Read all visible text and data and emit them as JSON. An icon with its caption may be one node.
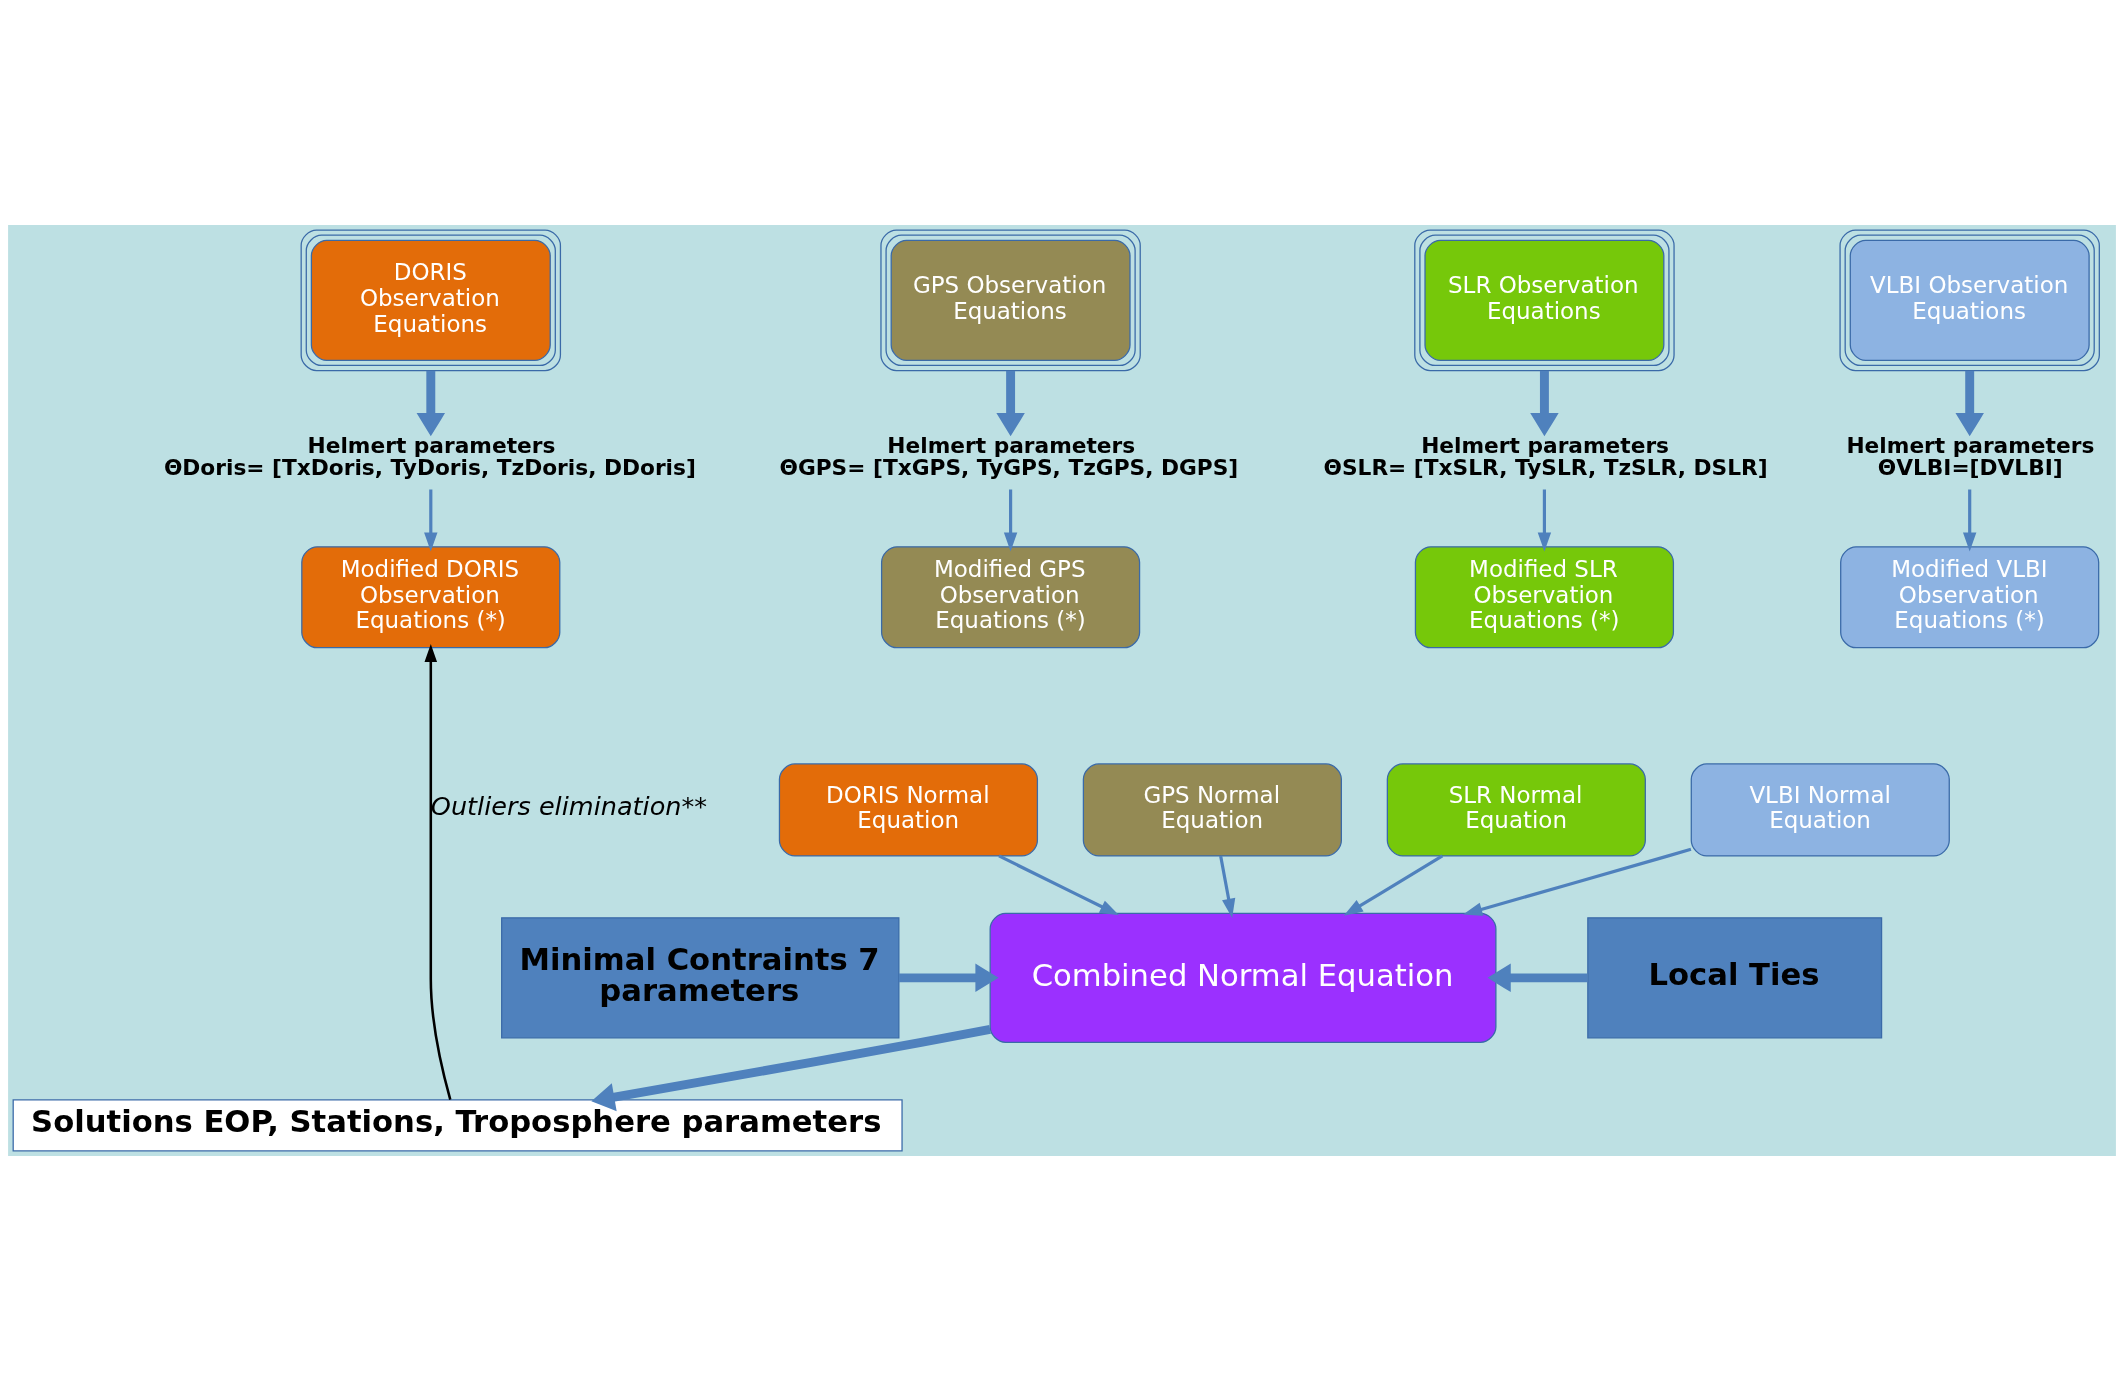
{
  "diagram": {
    "nodes": [
      {
        "text": [
          "DORIS Observation Equations"
        ]
      },
      {
        "text": [
          "GPS Observation Equations"
        ]
      },
      {
        "text": [
          "SLR Observation Equations"
        ]
      },
      {
        "text": [
          "VLBI Observation Equations"
        ]
      },
      {
        "text": [
          "Helmert parameters",
          "ΘDoris= [TxDoris, TyDoris, TzDoris, DDoris]"
        ]
      },
      {
        "text": [
          "Helmert parameters",
          "ΘGPS= [TxGPS, TyGPS, TzGPS, DGPS]"
        ]
      },
      {
        "text": [
          "Helmert parameters",
          "ΘSLR= [TxSLR, TySLR, TzSLR, DSLR]"
        ]
      },
      {
        "text": [
          "Helmert parameters",
          "ΘVLBI=[DVLBI]"
        ]
      },
      {
        "text": [
          "Modified DORIS Observation Equations (*)"
        ]
      },
      {
        "text": [
          "Modified GPS Observation Equations (*)"
        ]
      },
      {
        "text": [
          "Modified SLR Observation Equations (*)"
        ]
      },
      {
        "text": [
          "Modified VLBI Observation Equations (*)"
        ]
      },
      {
        "text": [
          "DORIS Normal Equation"
        ]
      },
      {
        "text": [
          "GPS Normal Equation"
        ]
      },
      {
        "text": [
          "SLR Normal Equation"
        ]
      },
      {
        "text": [
          "VLBI Normal Equation"
        ]
      },
      {
        "text": [
          "Minimal Contraints 7 parameters"
        ]
      },
      {
        "text": [
          "Combined Normal Equation"
        ]
      },
      {
        "text": [
          "Local Ties"
        ]
      },
      {
        "text": [
          "Solutions EOP, Stations, Troposphere parameters"
        ]
      }
    ],
    "edges": [
      {
        "from": 0,
        "to": 4,
        "arrow": "to",
        "style": "thick"
      },
      {
        "from": 1,
        "to": 5,
        "arrow": "to",
        "style": "thick"
      },
      {
        "from": 2,
        "to": 6,
        "arrow": "to",
        "style": "thick"
      },
      {
        "from": 3,
        "to": 7,
        "arrow": "to",
        "style": "thick"
      },
      {
        "from": 4,
        "to": 8,
        "arrow": "to"
      },
      {
        "from": 5,
        "to": 9,
        "arrow": "to"
      },
      {
        "from": 6,
        "to": 10,
        "arrow": "to"
      },
      {
        "from": 7,
        "to": 11,
        "arrow": "to"
      },
      {
        "from": 12,
        "to": 17,
        "arrow": "to"
      },
      {
        "from": 13,
        "to": 17,
        "arrow": "to"
      },
      {
        "from": 14,
        "to": 17,
        "arrow": "to"
      },
      {
        "from": 15,
        "to": 17,
        "arrow": "to"
      },
      {
        "from": 16,
        "to": 17,
        "arrow": "to",
        "style": "thick"
      },
      {
        "from": 18,
        "to": 17,
        "arrow": "to",
        "style": "thick"
      },
      {
        "from": 17,
        "to": 19,
        "arrow": "to",
        "style": "thick"
      },
      {
        "from": 19,
        "to": 8,
        "arrow": "to",
        "label": "Outliers elimination**",
        "color": "#000000"
      }
    ]
  }
}
